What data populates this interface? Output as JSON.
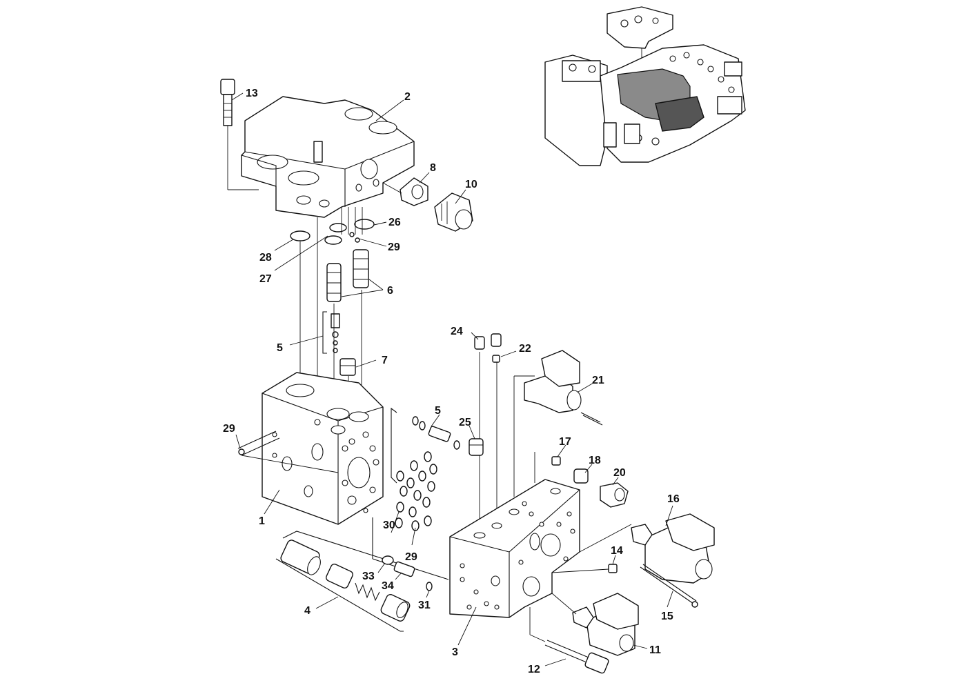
{
  "diagram": {
    "callouts": [
      {
        "id": "c1",
        "label": "1"
      },
      {
        "id": "c2",
        "label": "2"
      },
      {
        "id": "c3",
        "label": "3"
      },
      {
        "id": "c4",
        "label": "4"
      },
      {
        "id": "c5a",
        "label": "5"
      },
      {
        "id": "c5b",
        "label": "5"
      },
      {
        "id": "c6",
        "label": "6"
      },
      {
        "id": "c7",
        "label": "7"
      },
      {
        "id": "c8",
        "label": "8"
      },
      {
        "id": "c10",
        "label": "10"
      },
      {
        "id": "c11",
        "label": "11"
      },
      {
        "id": "c12",
        "label": "12"
      },
      {
        "id": "c13",
        "label": "13"
      },
      {
        "id": "c14",
        "label": "14"
      },
      {
        "id": "c15",
        "label": "15"
      },
      {
        "id": "c16",
        "label": "16"
      },
      {
        "id": "c17",
        "label": "17"
      },
      {
        "id": "c18",
        "label": "18"
      },
      {
        "id": "c20",
        "label": "20"
      },
      {
        "id": "c21",
        "label": "21"
      },
      {
        "id": "c22",
        "label": "22"
      },
      {
        "id": "c24",
        "label": "24"
      },
      {
        "id": "c25",
        "label": "25"
      },
      {
        "id": "c26",
        "label": "26"
      },
      {
        "id": "c27",
        "label": "27"
      },
      {
        "id": "c28",
        "label": "28"
      },
      {
        "id": "c29a",
        "label": "29"
      },
      {
        "id": "c29b",
        "label": "29"
      },
      {
        "id": "c29c",
        "label": "29"
      },
      {
        "id": "c30",
        "label": "30"
      },
      {
        "id": "c31",
        "label": "31"
      },
      {
        "id": "c33",
        "label": "33"
      },
      {
        "id": "c34",
        "label": "34"
      }
    ]
  }
}
